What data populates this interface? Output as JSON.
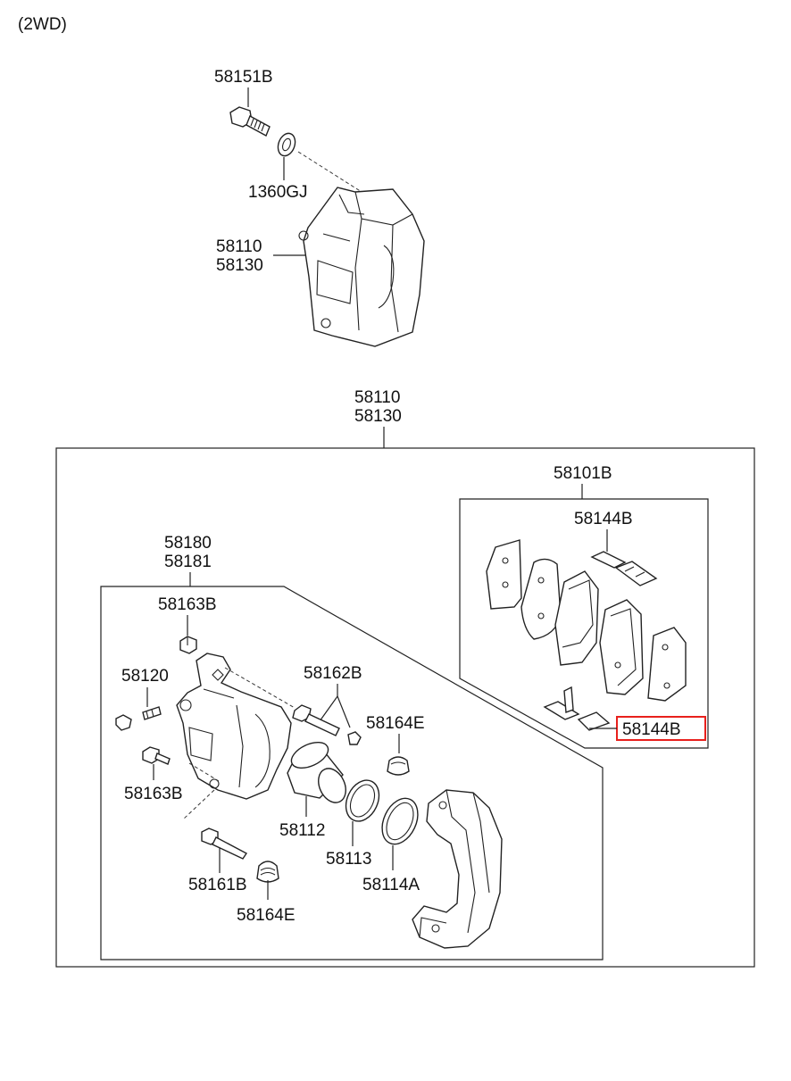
{
  "variant_note": "(2WD)",
  "labels": {
    "p58151B": "58151B",
    "p1360GJ": "1360GJ",
    "p58110_top": "58110",
    "p58130_top": "58130",
    "p58110_mid": "58110",
    "p58130_mid": "58130",
    "p58101B": "58101B",
    "p58144B_upper": "58144B",
    "p58144B_lower": "58144B",
    "p58180": "58180",
    "p58181": "58181",
    "p58163B_top": "58163B",
    "p58120": "58120",
    "p58162B": "58162B",
    "p58164E_right": "58164E",
    "p58163B_bottom": "58163B",
    "p58112": "58112",
    "p58113": "58113",
    "p58114A": "58114A",
    "p58161B": "58161B",
    "p58164E_bottom": "58164E"
  },
  "highlight_color": "#e8201c"
}
